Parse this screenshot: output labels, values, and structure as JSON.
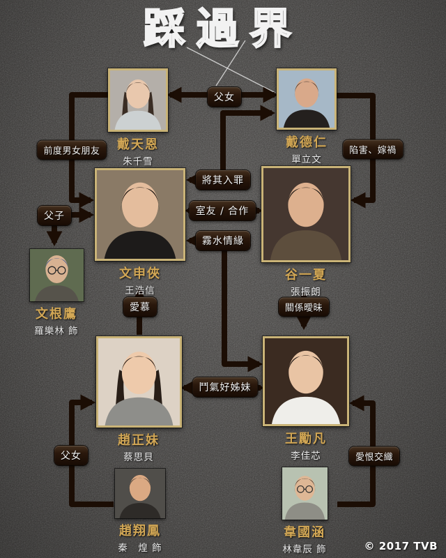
{
  "logo": {
    "title": "踩過界"
  },
  "copyright": "© 2017 TVB",
  "colors": {
    "background": "#3e3c3a",
    "connector": "#1b0d04",
    "frame_gold": "#c9b377",
    "name_gold": "#d2a755",
    "label_bg": "#2a180c",
    "label_text": "#f2f2f2"
  },
  "characters": [
    {
      "id": "dai-tin-yan",
      "name": "戴天恩",
      "actor": "朱千雪",
      "photo": {
        "bg": "#b4afa9",
        "hair": "#3a2d24",
        "skin": "#e9c8ad",
        "clothes": "#ccd1d2",
        "style": "long",
        "glasses": false
      }
    },
    {
      "id": "dai-tak-yan",
      "name": "戴德仁",
      "actor": "單立文",
      "photo": {
        "bg": "#a6b8c7",
        "hair": "#2e2620",
        "skin": "#d9a98a",
        "clothes": "#24201e",
        "style": "short",
        "glasses": false
      }
    },
    {
      "id": "man-san-hap",
      "name": "文申俠",
      "actor": "王浩信",
      "photo": {
        "bg": "#8a7a66",
        "hair": "#221b15",
        "skin": "#e4bd9d",
        "clothes": "#1d1b1a",
        "style": "short",
        "glasses": false
      }
    },
    {
      "id": "guk-yat-ha",
      "name": "谷一夏",
      "actor": "張振朗",
      "photo": {
        "bg": "#453730",
        "hair": "#241c16",
        "skin": "#ddb08e",
        "clothes": "#5d4e3d",
        "style": "short",
        "glasses": false
      }
    },
    {
      "id": "man-gan-ying",
      "name": "文根鷹",
      "actor": "羅樂林 飾",
      "photo": {
        "bg": "#5f6b50",
        "hair": "#2d4f8d",
        "skin": "#d8b292",
        "clothes": "#56534b",
        "style": "short",
        "glasses": true
      }
    },
    {
      "id": "chiu-ching-mui",
      "name": "趙正妹",
      "actor": "蔡思貝",
      "photo": {
        "bg": "#ddd2c5",
        "hair": "#281e17",
        "skin": "#eecaab",
        "clothes": "#8e8e8a",
        "style": "long",
        "glasses": false
      }
    },
    {
      "id": "wong-lai-fan",
      "name": "王勵凡",
      "actor": "李佳芯",
      "photo": {
        "bg": "#3b2b21",
        "hair": "#1f1712",
        "skin": "#e9c4a4",
        "clothes": "#efeeea",
        "style": "short",
        "glasses": false
      }
    },
    {
      "id": "chiu-cheung-fung",
      "name": "趙翔鳳",
      "actor": "秦　煌 飾",
      "photo": {
        "bg": "#504e4a",
        "hair": "#35302b",
        "skin": "#dba983",
        "clothes": "#2e2b28",
        "style": "short",
        "glasses": false
      }
    },
    {
      "id": "wai-kwok-ham",
      "name": "韋國涵",
      "actor": "林韋辰 飾",
      "photo": {
        "bg": "#b8c2b1",
        "hair": "#2a241e",
        "skin": "#deb795",
        "clothes": "#8e8e86",
        "style": "short",
        "glasses": true
      }
    }
  ],
  "relationships": [
    {
      "id": "father-daughter-top",
      "label": "父女"
    },
    {
      "id": "ex-couple",
      "label": "前度男女朋友"
    },
    {
      "id": "frame-and-blame",
      "label": "陷害、嫁禍"
    },
    {
      "id": "incriminate-him",
      "label": "將其入罪"
    },
    {
      "id": "roommates-partners",
      "label": "室友 / 合作"
    },
    {
      "id": "brief-romance",
      "label": "霧水情緣"
    },
    {
      "id": "father-son",
      "label": "父子"
    },
    {
      "id": "admiration",
      "label": "愛慕"
    },
    {
      "id": "ambiguous-relationship",
      "label": "關係曖昧"
    },
    {
      "id": "bickering-sisters",
      "label": "鬥氣好姊妹"
    },
    {
      "id": "father-daughter-bottom",
      "label": "父女"
    },
    {
      "id": "love-hate",
      "label": "愛恨交織"
    }
  ]
}
